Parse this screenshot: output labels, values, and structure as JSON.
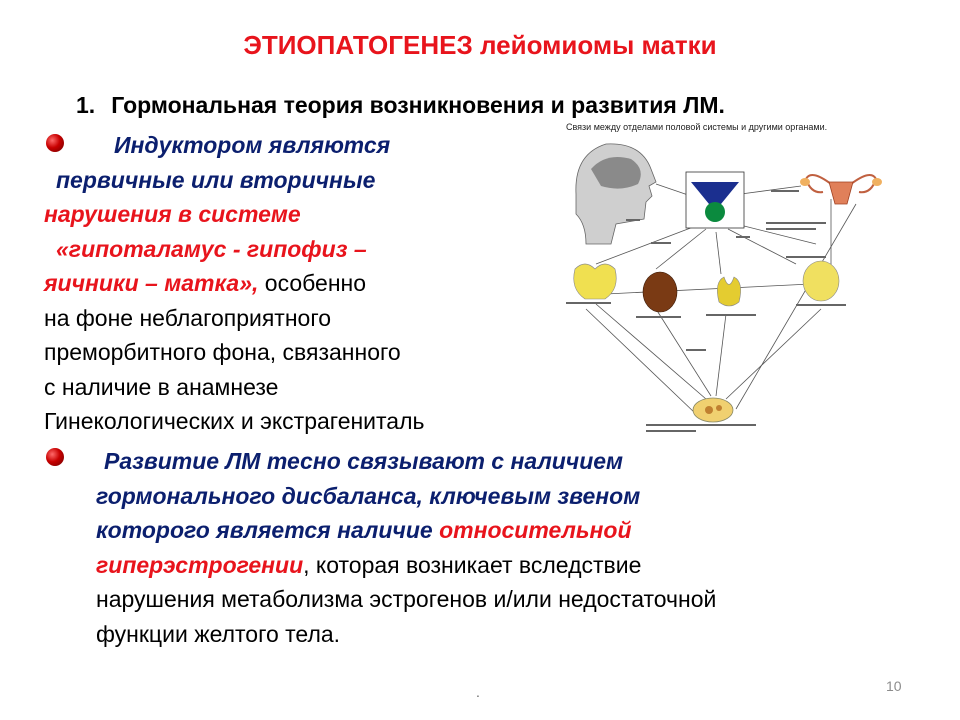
{
  "slide": {
    "title": "ЭТИОПАТОГЕНЕЗ лейомиомы матки",
    "heading_number": "1.",
    "heading_text": "Гормональная теория возникновения и развития ЛМ.",
    "para1": {
      "l1": "Индуктором являются",
      "l2": "первичные или вторичные",
      "l3": "нарушения в системе",
      "l4": "«гипоталамус - гипофиз –",
      "l5_red": "яичники – матка»,",
      "l5_black": " особенно",
      "l6": "на фоне неблагоприятного",
      "l7": "преморбитного фона, связанного",
      "l8": "с наличие в анамнезе",
      "l9": "Гинекологических  и экстрагениталь"
    },
    "para2": {
      "l1": "Развитие ЛМ тесно связывают с наличием",
      "l2": "гормонального дисбаланса, ключевым звеном",
      "l3_navy": "которого является наличие ",
      "l3_red": "относительной",
      "l4_red": "гиперэстрогении",
      "l4_black": ", которая возникает вследствие",
      "l5": "нарушения метаболизма эстрогенов и/или недостаточной",
      "l6": "функции желтого тела."
    },
    "diagram": {
      "caption": "Связи между отделами половой системы и другими органами."
    },
    "footer_dot": ".",
    "page_number": "10"
  },
  "colors": {
    "title_red": "#e8141c",
    "navy": "#0b1f6e",
    "bullet": "#c80000"
  },
  "icons": [
    "bullet-sphere-icon",
    "bullet-sphere-icon"
  ]
}
